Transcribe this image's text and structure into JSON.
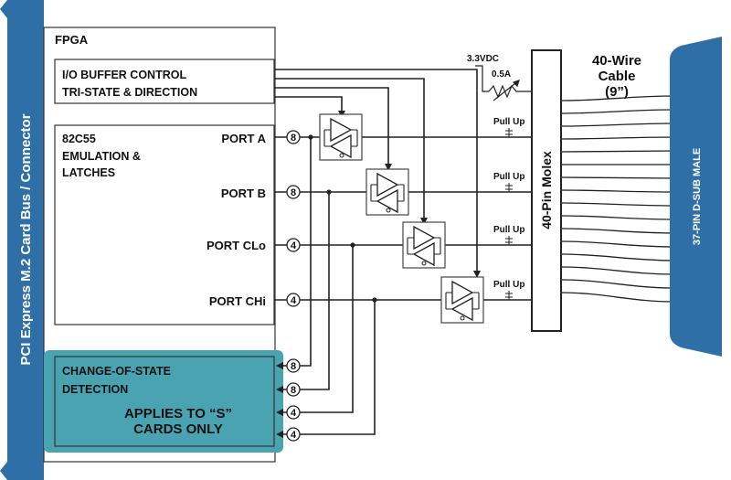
{
  "bus_label": "PCI Express M.2 Card Bus / Connector",
  "fpga_label": "FPGA",
  "io_buffer": {
    "line1": "I/O BUFFER CONTROL",
    "line2": "TRI-STATE & DIRECTION"
  },
  "emulation": {
    "line1": "82C55",
    "line2": "EMULATION &",
    "line3": "LATCHES"
  },
  "ports": [
    {
      "name": "PORT A",
      "bits": "8"
    },
    {
      "name": "PORT B",
      "bits": "8"
    },
    {
      "name": "PORT CLo",
      "bits": "4"
    },
    {
      "name": "PORT CHi",
      "bits": "4"
    }
  ],
  "cos": {
    "line1": "CHANGE-OF-STATE",
    "line2": "DETECTION",
    "note1": "APPLIES TO “S”",
    "note2": "CARDS ONLY",
    "bits": [
      "8",
      "8",
      "4",
      "4"
    ]
  },
  "power": {
    "voltage": "3.3VDC",
    "fuse": "0.5A"
  },
  "pullup_label": "Pull Up",
  "molex_label": "40-Pin Molex",
  "cable": {
    "line1": "40-Wire",
    "line2": "Cable",
    "line3": "(9”)"
  },
  "dsub_label": "37-PIN D-SUB MALE",
  "colors": {
    "blue": "#2f6fa8",
    "teal": "#4aa3b0"
  }
}
